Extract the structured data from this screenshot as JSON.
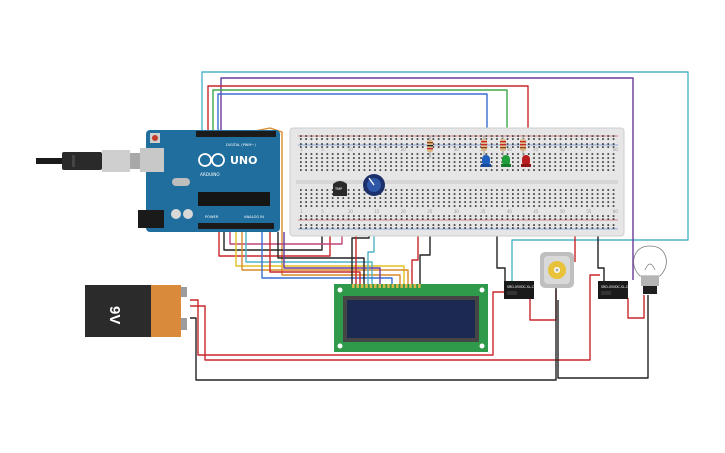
{
  "arduino": {
    "model": "UNO",
    "brand": "ARDUINO",
    "digital_label": "DIGITAL (PWM~)",
    "power_label": "POWER",
    "analog_label": "ANALOG IN"
  },
  "battery": {
    "label": "9V"
  },
  "sensor": {
    "label": "TMP"
  },
  "breadboard": {
    "col_numbers": [
      "1",
      "5",
      "10",
      "15",
      "20",
      "25",
      "30",
      "35",
      "40",
      "45",
      "50",
      "55",
      "60"
    ]
  },
  "relays": [
    {
      "label": "SRD-05VDC-SL-C"
    },
    {
      "label": "SRD-05VDC-SL-C"
    }
  ],
  "leds": [
    {
      "color": "#1f5fbf"
    },
    {
      "color": "#1e9e3a"
    },
    {
      "color": "#b81d1d"
    }
  ],
  "lcd": {
    "screen_color": "#1c2a52",
    "board_color": "#2f9a4a"
  },
  "colors": {
    "cyan": "#4fb3c9",
    "purple": "#6a3a9c",
    "red": "#c8262b",
    "green": "#3ea84a",
    "blue": "#3a6fd0",
    "yellow": "#e0c21e",
    "orange": "#d88a2a",
    "black": "#222222",
    "pink": "#c0457a"
  }
}
